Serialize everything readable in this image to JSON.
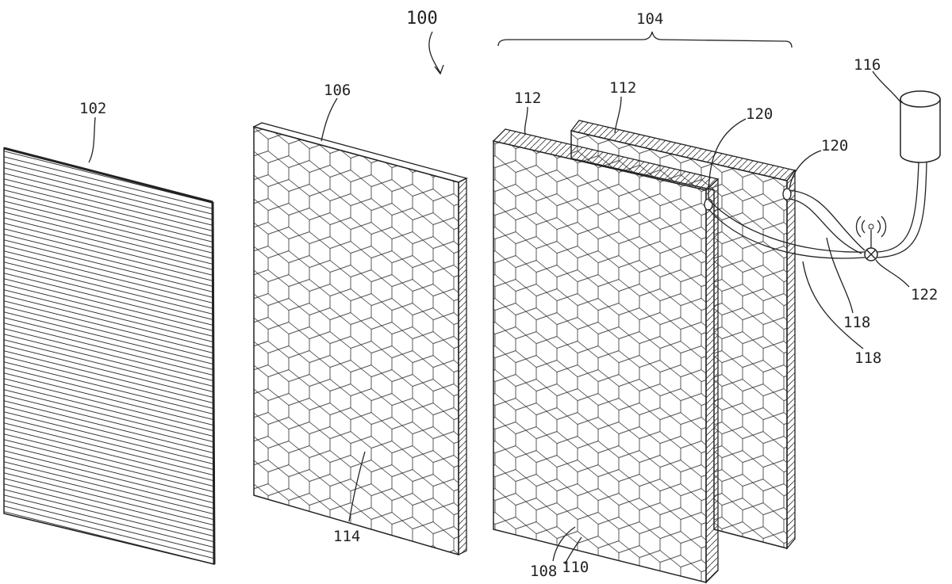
{
  "labels": {
    "assembly": "100",
    "filter_panel": "102",
    "panel_group": "104",
    "honeycomb_panel": "106",
    "cell_wall": "108",
    "cell": "110",
    "active_panel_front": "112",
    "active_panel_back": "112",
    "honeycomb_face": "114",
    "reservoir": "116",
    "tube_front": "118",
    "tube_back": "118",
    "port_front": "120",
    "port_back": "120",
    "valve": "122"
  },
  "colors": {
    "ink": "#222222",
    "background": "#ffffff"
  }
}
